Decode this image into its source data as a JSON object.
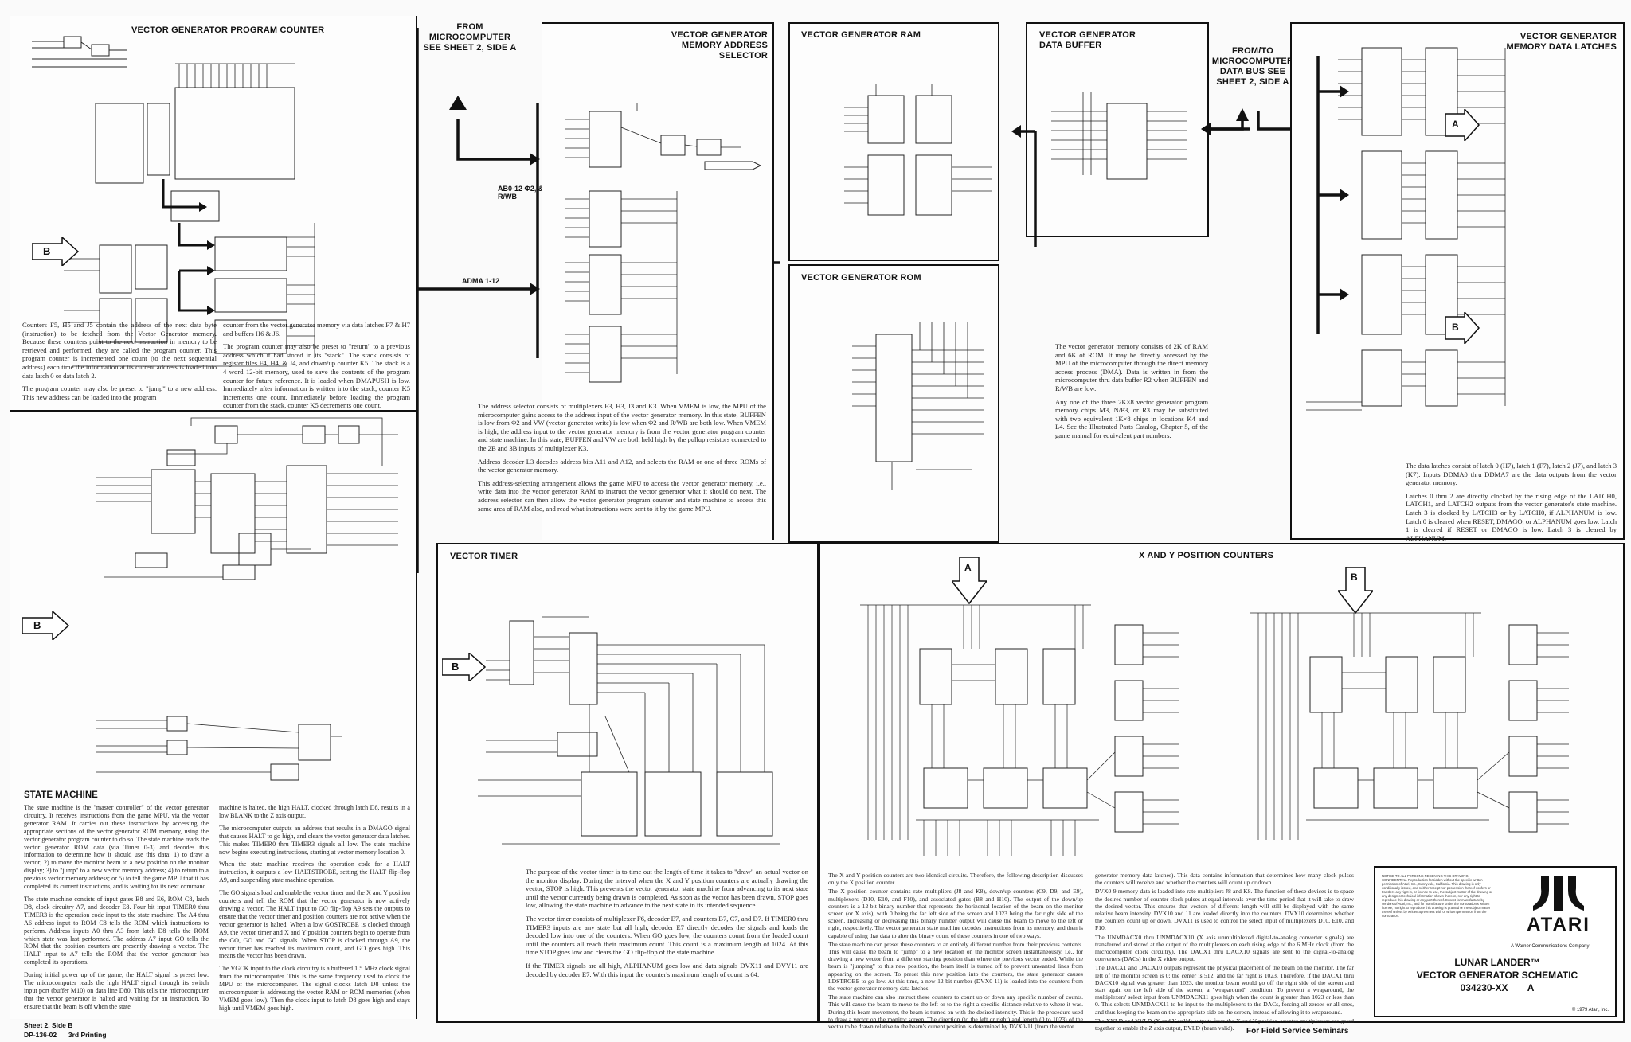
{
  "panels": {
    "program_counter": {
      "title": "VECTOR GENERATOR PROGRAM COUNTER",
      "text": [
        "Counters F5, H5 and J5 contain the address of the next data byte (instruction) to be fetched from the Vector Generator memory. Because these counters point to the next instruction in memory to be retrieved and performed, they are called the program counter. This program counter is incremented one count (to the next sequential address) each time the information at its current address is loaded into data latch 0 or data latch 2.",
        "The program counter may also be preset to \"jump\" to a new address. This new address can be loaded into the program",
        "counter from the vector generator memory via data latches F7 & H7 and buffers H6 & J6.",
        "The program counter may also be preset to \"return\" to a previous address which it had stored in its \"stack\". The stack consists of register files F4, H4, & J4, and down/up counter K5. The stack is a 4 word 12-bit memory, used to save the contents of the program counter for future reference. It is loaded when DMAPUSH is low. Immediately after information is written into the stack, counter K5 increments one count. Immediately before loading the program counter from the stack, counter K5 decrements one count."
      ]
    },
    "state_machine": {
      "title": "STATE MACHINE",
      "text": [
        "The state machine is the \"master controller\" of the vector generator circuitry. It receives instructions from the game MPU, via the vector generator RAM. It carries out these instructions by accessing the appropriate sections of the vector generator ROM memory, using the vector generator program counter to do so. The state machine reads the vector generator ROM data (via Timer 0-3) and decodes this information to determine how it should use this data: 1) to draw a vector; 2) to move the monitor beam to a new position on the monitor display; 3) to \"jump\" to a new vector memory address; 4) to return to a previous vector memory address; or 5) to tell the game MPU that it has completed its current instructions, and is waiting for its next command.",
        "The state machine consists of input gates B8 and E6, ROM C8, latch D8, clock circuitry A7, and decoder E8. Four bit input TIMER0 thru TIMER3 is the operation code input to the state machine. The A4 thru A6 address input to ROM C8 tells the ROM which instructions to perform. Address inputs A0 thru A3 from latch D8 tells the ROM which state was last performed. The address A7 input GO tells the ROM that the position counters are presently drawing a vector. The HALT input to A7 tells the ROM that the vector generator has completed its operations.",
        "During initial power up of the game, the HALT signal is preset low. The microcomputer reads the high HALT signal through its switch input port (buffer M10) on data line D80. This tells the microcomputer that the vector generator is halted and waiting for an instruction. To ensure that the beam is off when the state",
        "machine is halted, the high HALT, clocked through latch D8, results in a low BLANK to the Z axis output.",
        "The microcomputer outputs an address that results in a DMAGO signal that causes HALT to go high, and clears the vector generator data latches. This makes TIMER0 thru TIMER3 signals all low. The state machine now begins executing instructions, starting at vector memory location 0.",
        "When the state machine receives the operation code for a HALT instruction, it outputs a low HALTSTROBE, setting the HALT flip-flop A9, and suspending state machine operation.",
        "The GO signals load and enable the vector timer and the X and Y position counters and tell the ROM that the vector generator is now actively drawing a vector. The HALT input to GO flip-flop A9 sets the outputs to ensure that the vector timer and position counters are not active when the vector generator is halted. When a low GOSTROBE is clocked through A9, the vector timer and X and Y position counters begin to operate from the GO, GO and GO signals. When STOP is clocked through A9, the vector timer has reached its maximum count, and GO goes high. This means the vector has been drawn.",
        "The VGCK input to the clock circuitry is a buffered 1.5 MHz clock signal from the microcomputer. This is the same frequency used to clock the MPU of the microcomputer. The signal clocks latch D8 unless the microcomputer is addressing the vector RAM or ROM memories (when VMEM goes low). Then the clock input to latch D8 goes high and stays high until VMEM goes high."
      ]
    },
    "from_micro": {
      "title": "FROM MICROCOMPUTER SEE SHEET 2, SIDE A"
    },
    "address_selector": {
      "title": "VECTOR GENERATOR MEMORY ADDRESS SELECTOR",
      "bus_label_1": "AB0-12 Φ2, & R/WB",
      "bus_label_2": "ADMA 1-12",
      "text": [
        "The address selector consists of multiplexers F3, H3, J3 and K3. When VMEM is low, the MPU of the microcomputer gains access to the address input of the vector generator memory. In this state, BUFFEN is low from Φ2 and VW (vector generator write) is low when Φ2 and R/WB are both low. When VMEM is high, the address input to the vector generator memory is from the vector generator program counter and state machine. In this state, BUFFEN and VW are both held high by the pullup resistors connected to the 2B and 3B inputs of multiplexer K3.",
        "Address decoder L3 decodes address bits A11 and A12, and selects the RAM or one of three ROMs of the vector generator memory.",
        "This address-selecting arrangement allows the game MPU to access the vector generator memory, i.e., write data into the vector generator RAM to instruct the vector generator what it should do next. The address selector can then allow the vector generator program counter and state machine to access this same area of RAM also, and read what instructions were sent to it by the game MPU."
      ]
    },
    "ram": {
      "title": "VECTOR GENERATOR RAM"
    },
    "rom": {
      "title": "VECTOR GENERATOR ROM"
    },
    "data_buffer": {
      "title": "VECTOR GENERATOR DATA BUFFER",
      "text": [
        "The vector generator memory consists of 2K of RAM and 6K of ROM. It may be directly accessed by the MPU of the microcomputer through the direct memory access process (DMA). Data is written in from the microcomputer thru data buffer R2 when BUFFEN and R/WB are low.",
        "Any one of the three 2K×8 vector generator program memory chips M3, N/P3, or R3 may be substituted with two equivalent 1K×8 chips in locations K4 and L4. See the Illustrated Parts Catalog, Chapter 5, of the game manual for equivalent part numbers."
      ]
    },
    "data_bus": {
      "title": "FROM/TO MICROCOMPUTER DATA BUS SEE SHEET 2, SIDE A"
    },
    "data_latches": {
      "title": "VECTOR GENERATOR MEMORY DATA LATCHES",
      "text": [
        "The data latches consist of latch 0 (H7), latch 1 (F7), latch 2 (J7), and latch 3 (K7). Inputs DDMA0 thru DDMA7 are the data outputs from the vector generator memory.",
        "Latches 0 thru 2 are directly clocked by the rising edge of the LATCH0, LATCH1, and LATCH2 outputs from the vector generator's state machine. Latch 3 is clocked by LATCH3 or by LATCH0, if ALPHANUM is low. Latch 0 is cleared when RESET, DMAGO, or ALPHANUM goes low. Latch 1 is cleared if RESET or DMAGO is low. Latch 3 is cleared by ALPHANUM."
      ]
    },
    "vector_timer": {
      "title": "VECTOR TIMER",
      "text": [
        "The purpose of the vector timer is to time out the length of time it takes to \"draw\" an actual vector on the monitor display. During the interval when the X and Y position counters are actually drawing the vector, STOP is high. This prevents the vector generator state machine from advancing to its next state until the vector currently being drawn is completed. As soon as the vector has been drawn, STOP goes low, allowing the state machine to advance to the next state in its intended sequence.",
        "The vector timer consists of multiplexer F6, decoder E7, and counters B7, C7, and D7. If TIMER0 thru TIMER3 inputs are any state but all high, decoder E7 directly decodes the signals and loads the decoded low into one of the counters. When GO goes low, the counters count from the loaded count until the counters all reach their maximum count. This count is a maximum length of 1024. At this time STOP goes low and clears the GO flip-flop of the state machine.",
        "If the TIMER signals are all high, ALPHANUM goes low and data signals DVX11 and DVY11 are decoded by decoder E7. With this input the counter's maximum length of count is 64."
      ]
    },
    "xy_counters": {
      "title": "X AND Y POSITION COUNTERS",
      "text_left": [
        "The X and Y position counters are two identical circuits. Therefore, the following description discusses only the X position counter.",
        "The X position counter contains rate multipliers (J8 and K8), down/up counters (C9, D9, and E9), multiplexers (D10, E10, and F10), and associated gates (B8 and H10). The output of the down/up counters is a 12-bit binary number that represents the horizontal location of the beam on the monitor screen (or X axis), with 0 being the far left side of the screen and 1023 being the far right side of the screen. Increasing or decreasing this binary number output will cause the beam to move to the left or right, respectively. The vector generator state machine decodes instructions from its memory, and then is capable of using that data to alter the binary count of these counters in one of two ways.",
        "The state machine can preset these counters to an entirely different number from their previous contents. This will cause the beam to \"jump\" to a new location on the monitor screen instantaneously, i.e., for drawing a new vector from a different starting position than where the previous vector ended. While the beam is \"jumping\" to this new position, the beam itself is turned off to prevent unwanted lines from appearing on the screen. To preset this new position into the counters, the state generator causes LDSTROBE to go low. At this time, a new 12-bit number (DVX0-11) is loaded into the counters from the vector generator memory data latches.",
        "The state machine can also instruct these counters to count up or down any specific number of counts. This will cause the beam to move to the left or to the right a specific distance relative to where it was. During this beam movement, the beam is turned on with the desired intensity. This is the procedure used to draw a vector on the monitor screen. The direction (to the left or right) and length (0 to 1023) of the vector to be drawn relative to the beam's current position is determined by DVX0-11 (from the vector"
      ],
      "text_right": [
        "generator memory data latches). This data contains information that determines how many clock pulses the counters will receive and whether the counters will count up or down.",
        "DVX0-9 memory data is loaded into rate multipliers J8 and K8. The function of these devices is to space the desired number of counter clock pulses at equal intervals over the time period that it will take to draw the desired vector. This ensures that vectors of different length will still be displayed with the same relative beam intensity. DVX10 and 11 are loaded directly into the counters. DVX10 determines whether the counters count up or down. DVX11 is used to control the select input of multiplexers D10, E10, and F10.",
        "The UNMDACX0 thru UNMDACX10 (X axis unmultiplexed digital-to-analog converter signals) are transferred and stored at the output of the multiplexers on each rising edge of the 6 MHz clock (from the microcomputer clock circuitry). The DACX1 thru DACX10 signals are sent to the digital-to-analog converters (DACs) in the X video output.",
        "The DACX1 and DACX10 outputs represent the physical placement of the beam on the monitor. The far left of the monitor screen is 0; the center is 512, and the far right is 1023. Therefore, if the DACX1 thru DACX10 signal was greater than 1023, the monitor beam would go off the right side of the screen and start again on the left side of the screen, a \"wraparound\" condition. To prevent a wraparound, the multiplexers' select input from UNMDACX11 goes high when the count is greater than 1023 or less than 0. This selects UNMDACX11 to be input to the multiplexers to the DACs, forcing all zeroes or all ones, and thus keeping the beam on the appropriate side on the screen, instead of allowing it to wraparound.",
        "The XVLD and YVLD (X and Y valid) outputs from the X and Y position counter multiplexers are gated together to enable the Z axis output, BVLD (beam valid)."
      ]
    }
  },
  "arrows": {
    "a": "A",
    "b": "B"
  },
  "title_block": {
    "notice": "NOTICE TO ALL PERSONS RECEIVING THIS DRAWING: CONFIDENTIAL. Reproduction forbidden without the specific written permission of Atari, Inc., Sunnyvale, California. This drawing is only conditionally issued, and neither receipt nor possession thereof confers or transfers any right in, or license to use, the subject matter of the drawing or any design or technical information shown thereon, nor any right to reproduce this drawing or any part thereof. Except for manufacture by vendors of Atari, Inc., and for manufacture under the corporation's written license, no right to reproduce this drawing is granted or the subject matter thereof unless by written agreement with or written permission from the corporation.",
    "brand": "ATARI",
    "brand_sub": "A Warner Communications Company",
    "game": "LUNAR LANDER™",
    "doc_title": "VECTOR GENERATOR SCHEMATIC",
    "part_no": "034230-XX",
    "rev": "A",
    "copyright": "© 1979 Atari, Inc."
  },
  "footer": {
    "sheet": "Sheet 2, Side B",
    "code": "DP-136-02",
    "printing": "3rd Printing",
    "seminar": "For Field Service Seminars"
  }
}
